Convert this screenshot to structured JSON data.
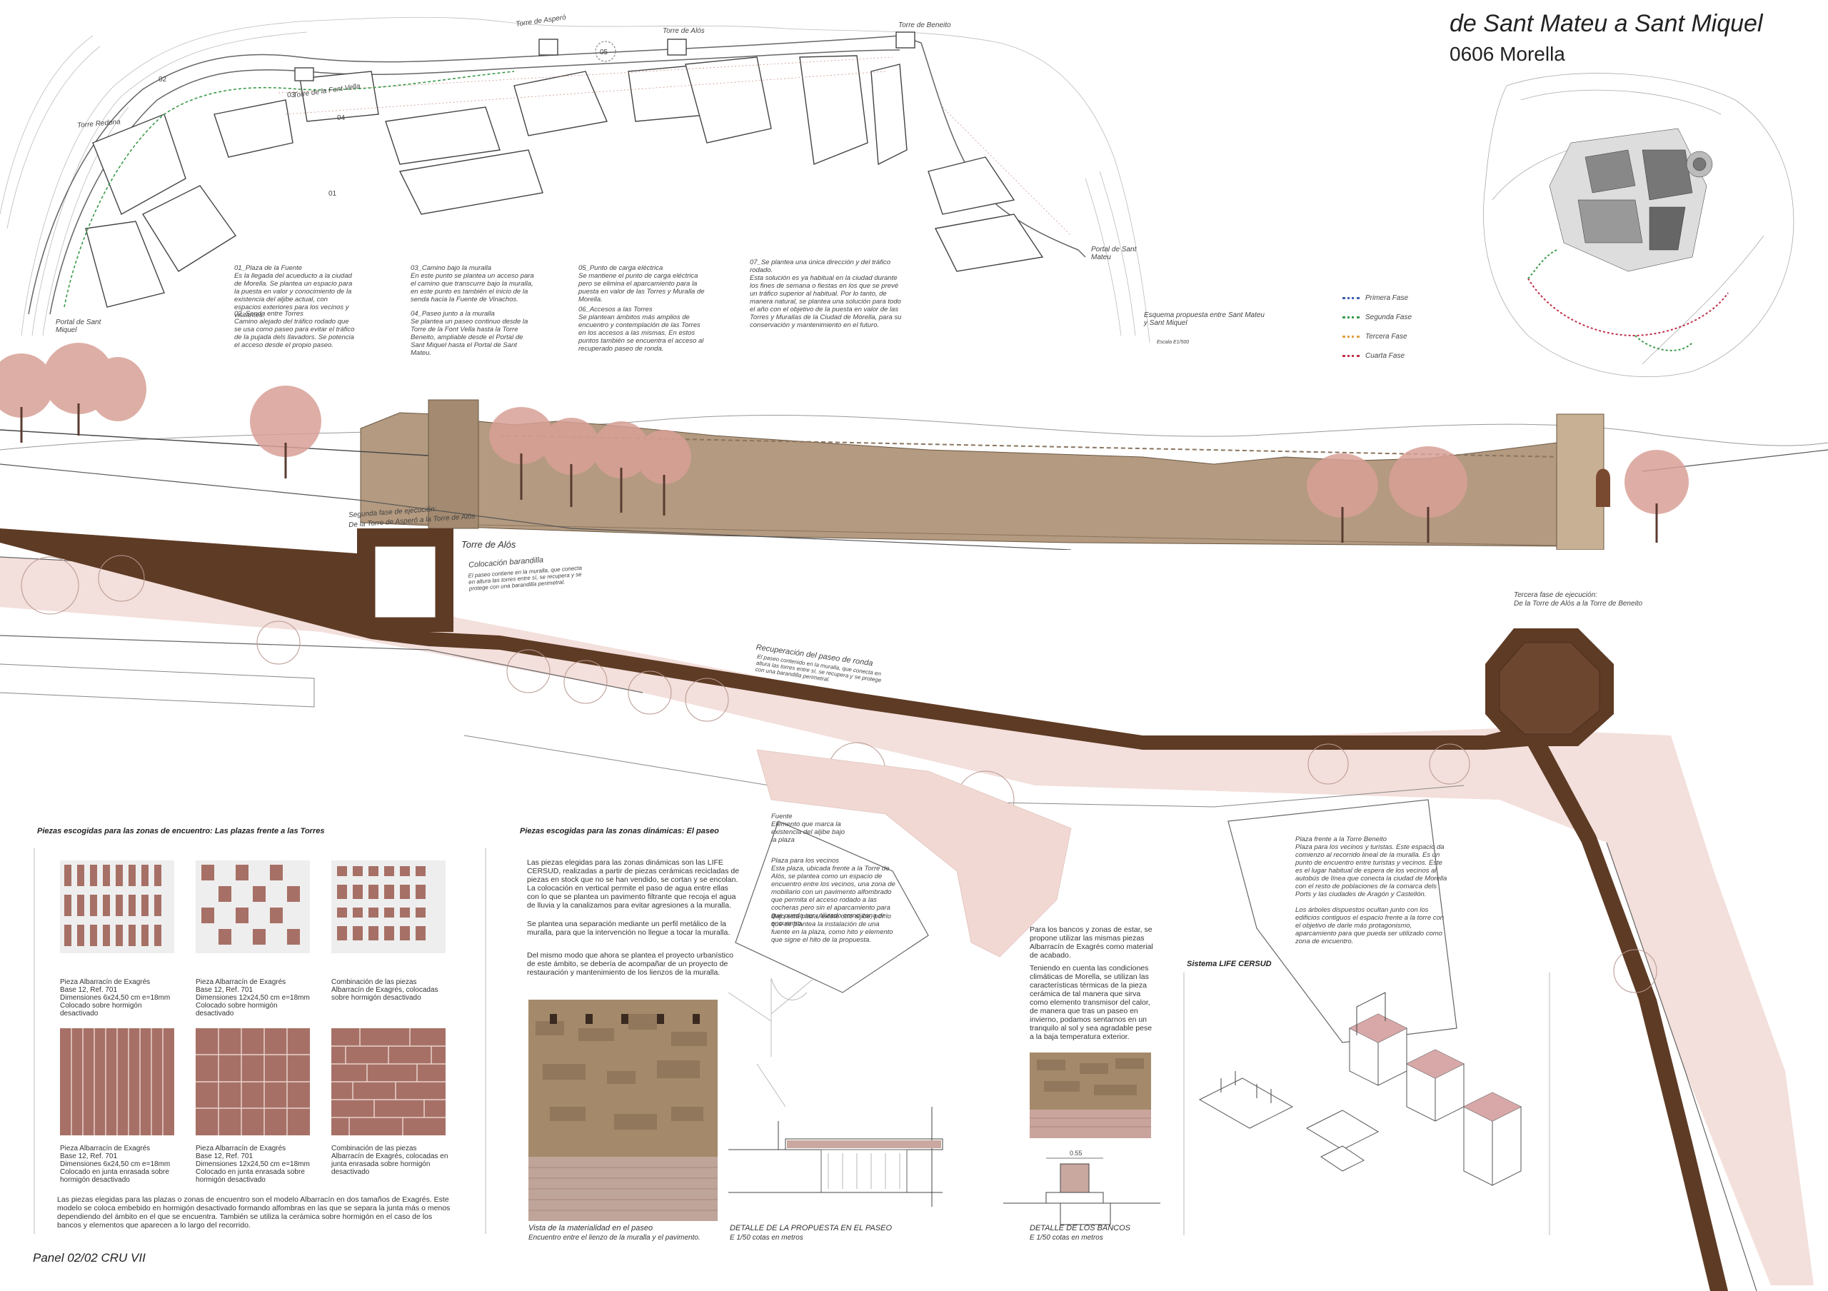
{
  "header": {
    "title": "de Sant Mateu a Sant Miquel",
    "subtitle": "0606 Morella"
  },
  "plan_labels": {
    "torre_asper": "Torre de Asperó",
    "torre_alos_top": "Torre de Alós",
    "torre_beneito": "Torre de Beneito",
    "torre_font_vella": "Torre de la Font Vella",
    "torre_redona": "Torre Redona",
    "portal_sant_mateu": "Portal de Sant Mateu",
    "portal_sant_miquel": "Portal de Sant Miquel",
    "n01": "01",
    "n02": "02",
    "n03": "03",
    "n04": "04",
    "n05": "05"
  },
  "notes": [
    {
      "title": "01_Plaza de la Fuente",
      "text": "Es la llegada del acueducto a la ciudad de Morella. Se plantea un espacio para la puesta en valor y conocimiento de la existencia del aljibe actual, con espacios exteriores para los vecinos y visitantes."
    },
    {
      "title": "02_Senda entre Torres",
      "text": "Camino alejado del tráfico rodado que se usa como paseo para evitar el tráfico de la pujada dels llavadors. Se potencia el acceso desde el propio paseo."
    },
    {
      "title": "03_Camino bajo la muralla",
      "text": "En este punto se plantea un acceso para el camino que transcurre bajo la muralla, en este punto es también el inicio de la senda hacia la Fuente de Vinachos."
    },
    {
      "title": "04_Paseo junto a la muralla",
      "text": "Se plantea un paseo continuo desde la Torre de la Font Vella hasta la Torre Beneito, ampliable desde el Portal de Sant Miquel hasta el Portal de Sant Mateu."
    },
    {
      "title": "05_Punto de carga eléctrica",
      "text": "Se mantiene el punto de carga eléctrica pero se elimina el aparcamiento para la puesta en valor de las Torres y Muralla de Morella."
    },
    {
      "title": "06_Accesos a las Torres",
      "text": "Se plantean ámbitos más amplios de encuentro y contemplación de las Torres en los accesos a las mismas. En estos puntos también se encuentra el acceso al recuperado paseo de ronda."
    },
    {
      "title": "07_Se plantea una única dirección y del tráfico rodado.",
      "text": "Esta solución es ya habitual en la ciudad durante los fines de semana o fiestas en los que se prevé un tráfico superior al habitual. Por lo tanto, de manera natural, se plantea una solución para todo el año con el objetivo de la puesta en valor de las Torres y Murallas de la Ciudad de Morella, para su conservación y mantenimiento en el futuro."
    }
  ],
  "scheme_caption": {
    "line1": "Esquema propuesta entre Sant Mateu",
    "line2": "y Sant Miquel",
    "scale": "Escala E1/500"
  },
  "legend": [
    {
      "label": "Primera Fase",
      "color": "#3a5fb0"
    },
    {
      "label": "Segunda Fase",
      "color": "#3a9a4a"
    },
    {
      "label": "Tercera Fase",
      "color": "#e0a040"
    },
    {
      "label": "Cuarta Fase",
      "color": "#c0304a"
    }
  ],
  "elevation_labels": {
    "segunda_fase_1": "Segunda fase de ejecución:",
    "segunda_fase_2": "De la Torre de Asperó a la Torre de Alós",
    "torre_alos": "Torre de Alós",
    "colocacion_title": "Colocación barandilla",
    "colocacion_text": "El paseo contiene en la muralla, que conecta en altura las torres entre sí, se recupera y se protege con una barandilla perimetral.",
    "recuperacion_title": "Recuperación del paseo de ronda",
    "recuperacion_text": "El paseo contenido en la muralla, que conecta en altura las torres entre sí, se recupera y se protege con una barandilla perimetral.",
    "tercera_fase_1": "Tercera fase de ejecución:",
    "tercera_fase_2": "De la Torre de Alós a la Torre de Beneito"
  },
  "plazas": {
    "title": "Piezas escogidas para las zonas de encuentro: Las plazas frente a las Torres",
    "tiles": [
      {
        "caption": "Pieza Albarracín de Exagrés\nBase 12, Ref. 701\nDimensiones 6x24,50 cm e=18mm\nColocado sobre hormigón desactivado"
      },
      {
        "caption": "Pieza Albarracín de Exagrés\nBase 12, Ref. 701\nDimensiones 12x24,50 cm e=18mm\nColocado sobre hormigón desactivado"
      },
      {
        "caption": "Combinación de las piezas\nAlbarracín de Exagrés, colocadas\nsobre hormigón desactivado"
      },
      {
        "caption": "Pieza Albarracín de Exagrés\nBase 12, Ref. 701\nDimensiones 6x24,50 cm e=18mm\nColocado en junta enrasada sobre\nhormigón desactivado"
      },
      {
        "caption": "Pieza Albarracín de Exagrés\nBase 12, Ref. 701\nDimensiones 12x24,50 cm e=18mm\nColocado en junta enrasada sobre\nhormigón desactivado"
      },
      {
        "caption": "Combinación de las piezas\nAlbarracín de Exagrés, colocadas en\njunta enrasada sobre hormigón\ndesactivado"
      }
    ],
    "text": "Las piezas elegidas para las plazas o zonas de encuentro son el modelo Albarracín en dos tamaños de Exagrés. Este modelo se coloca embebido en hormigón desactivado formando alfombras en las que se separa la junta más o menos dependiendo del ámbito en el que se encuentra. También se utiliza la cerámica sobre hormigón en el caso de los bancos y elementos que aparecen a lo largo del recorrido."
  },
  "paseo": {
    "title": "Piezas escogidas para las zonas dinámicas: El paseo",
    "p1": "Las piezas elegidas para las zonas dinámicas son las LIFE CERSUD, realizadas a partir de piezas cerámicas recicladas de piezas en stock que no se han vendido, se cortan y se encolan. La colocación en vertical permite el paso de agua entre ellas con lo que se plantea un pavimento filtrante que recoja el agua de lluvia y la canalizamos para evitar agresiones a la muralla.",
    "p2": "Se plantea una separación mediante un perfil metálico de la muralla, para que la intervención no llegue a tocar la muralla.",
    "p3": "Del mismo modo que ahora se plantea el proyecto urbanístico de este ámbito, se debería de acompañar de un proyecto de restauración y mantenimiento de los lienzos de la muralla.",
    "photo_caption_1": "Vista de la materialidad en el paseo",
    "photo_caption_2": "Encuentro entre el lienzo de la muralla y el pavimento.",
    "detail_1": "DETALLE DE LA PROPUESTA EN EL PASEO",
    "detail_2": "E 1/50 cotas en metros"
  },
  "mid_notes": {
    "fuente_title": "Fuente",
    "fuente_text": "Elemento que marca la existencia del aljibe bajo la plaza",
    "vecinos_title": "Plaza para los vecinos",
    "vecinos_text": "Esta plaza, ubicada frente a la Torre de Alós, se plantea como un espacio de encuentro entre los vecinos, una zona de mobiliario con un pavimento alfombrado que permita el acceso rodado a las cocheras pero sin el aparcamiento para que pueda ser utilizado como zona de encuentro.",
    "aljibe_text": "Bajo esta plaza, existe otro aljibe, por lo que se plantea la instalación de una fuente en la plaza, como hito y elemento que signe el hito de la propuesta."
  },
  "bancos": {
    "p1": "Para los bancos y zonas de estar, se propone utilizar las mismas piezas Albarracín de Exagrés como material de acabado.",
    "p2": "Teniendo en cuenta las condiciones climáticas de Morella, se utilizan las características térmicas de la pieza cerámica de tal manera que sirva como elemento transmisor del calor, de manera que tras un paseo en invierno, podamos sentarnos en un tranquilo al sol y sea agradable pese a la baja temperatura exterior.",
    "detail_1": "DETALLE DE LOS BANCOS",
    "detail_2": "E 1/50 cotas en metros",
    "dim": "0.55"
  },
  "beneito_note": {
    "title": "Plaza frente a la Torre Beneito",
    "p1": "Plaza para los vecinos y turistas. Este espacio da comienzo al recorrido lineal de la muralla. Es un punto de encuentro entre turistas y vecinos. Este es el lugar habitual de espera de los vecinos al autobús de línea que conecta la ciudad de Morella con el resto de poblaciones de la comarca dels Ports y las ciudades de Aragón y Castellón.",
    "p2": "Los árboles dispuestos ocultan junto con los edificios contiguos el espacio frente a la torre con el objetivo de darle más protagonismo, aparcamiento para que pueda ser utilizado como zona de encuentro."
  },
  "life": {
    "title": "Sistema LIFE CERSUD"
  },
  "footer": "Panel 02/02 CRU VII"
}
